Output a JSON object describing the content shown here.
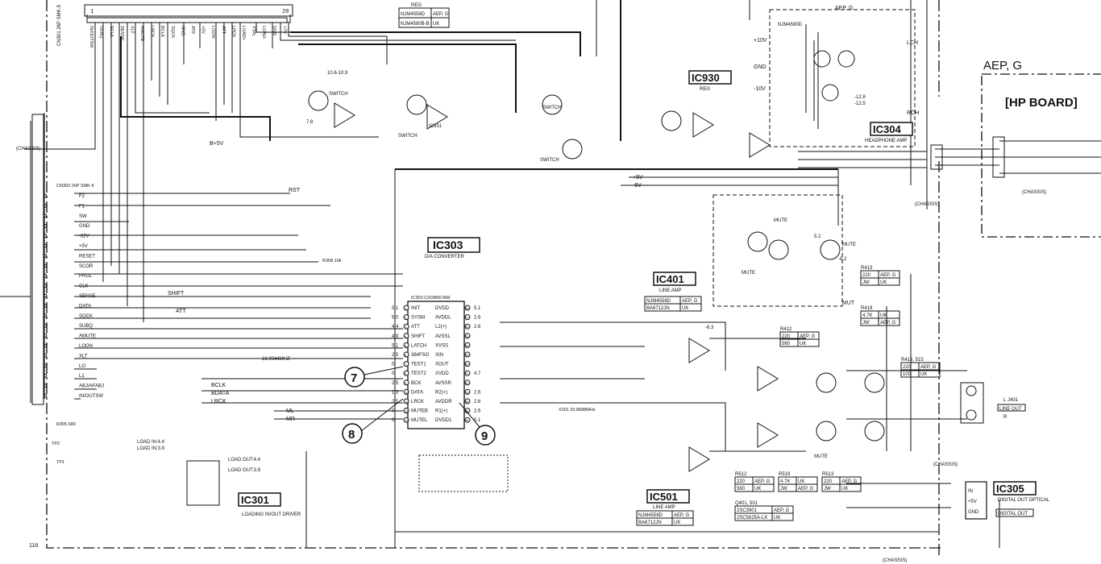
{
  "page_number": "118",
  "ic_blocks": {
    "ic303": {
      "name": "IC303",
      "desc": "D/A CONVERTER",
      "part": "IC303 CXD8567AM"
    },
    "ic930": {
      "name": "IC930",
      "desc": "REG"
    },
    "ic304": {
      "name": "IC304",
      "desc": "HEADPHONE AMP",
      "part": "NJM4580D"
    },
    "ic401": {
      "name": "IC401",
      "desc": "LINE AMP"
    },
    "ic501": {
      "name": "IC501",
      "desc": "LINE AMP"
    },
    "ic301": {
      "name": "IC301",
      "desc": "LOADING IN/OUT DRIVER"
    },
    "ic305": {
      "name": "IC305",
      "desc": "DIGITAL OUT OPTICAL",
      "label": "DIGITAL OUT"
    },
    "ic931": {
      "name": "IC931"
    }
  },
  "hp_board": {
    "region": "AEP, G",
    "title": "[HP BOARD]",
    "chassis": "(CHASSIS)"
  },
  "reg_table": {
    "title": "REG",
    "rows": [
      [
        "NJM4558D",
        "AEP, G"
      ],
      [
        "NJM4580B-B",
        "UK"
      ]
    ]
  },
  "ic401_table": {
    "rows": [
      [
        "NJM4558D",
        "AEP, G"
      ],
      [
        "BA6712JN",
        "UK"
      ]
    ]
  },
  "ic501_table": {
    "rows": [
      [
        "NJM4558D",
        "AEP, G"
      ],
      [
        "BA6712JN",
        "UK"
      ]
    ]
  },
  "r413_table": {
    "title": "R413",
    "rows": [
      [
        "220",
        "AEP, G"
      ],
      [
        "JW",
        "UK"
      ]
    ]
  },
  "r419_table": {
    "title": "R419",
    "rows": [
      [
        "4.7K",
        "UK"
      ],
      [
        "JW",
        "AEP, G"
      ]
    ]
  },
  "r412_table": {
    "title": "R412",
    "rows": [
      [
        "220",
        "AEP, G"
      ],
      [
        "560",
        "UK"
      ]
    ]
  },
  "r415_table": {
    "title": "R415, 515",
    "rows": [
      [
        "220",
        "AEP, G"
      ],
      [
        "100",
        "UK"
      ]
    ]
  },
  "r512_table": {
    "title": "R512",
    "rows": [
      [
        "220",
        "AEP, G"
      ],
      [
        "560",
        "UK"
      ]
    ]
  },
  "r519_table": {
    "title": "R519",
    "rows": [
      [
        "4.7K",
        "UK"
      ],
      [
        "JW",
        "AEP, G"
      ]
    ]
  },
  "r513_table": {
    "title": "R513",
    "rows": [
      [
        "220",
        "AEP, G"
      ],
      [
        "JW",
        "UK"
      ]
    ]
  },
  "q401_table": {
    "title": "Q401, 501",
    "rows": [
      [
        "2SC3901",
        "AEP, G"
      ],
      [
        "2SC5625A-LK",
        "UK"
      ]
    ]
  },
  "connectors": {
    "cn301": "CN301 26P SMK-5",
    "cn302": "CN302 26P SMK-5",
    "cn301_pins": [
      "IN/OUTSW",
      "SUBQ",
      "SCLK",
      "SENSE",
      "XLT",
      "AMUTE",
      "LRCK",
      "BCLK",
      "SQCK",
      "GND",
      "AT0",
      "+5V",
      "LOON",
      "ATT",
      "LRCK",
      "LOAD+",
      "XTAL",
      "LOAD-",
      "GND",
      "+7V"
    ],
    "cn302_pins": [
      "F2",
      "F1",
      "SW",
      "GND",
      "-32V",
      "+5V",
      "RESET",
      "SCOR",
      "PRGL",
      "CLK",
      "SENSE",
      "DATA",
      "SQCK",
      "SUBQ",
      "AMUTE",
      "LOON",
      "XLT",
      "LO",
      "L1",
      "ABJ/AFABJ",
      "IN/OUTSW"
    ]
  },
  "ic303_left_pins": [
    {
      "n": "1",
      "name": "INIT",
      "v": "5.1"
    },
    {
      "n": "2",
      "name": "SYSM",
      "v": "5.0"
    },
    {
      "n": "3",
      "name": "ATT",
      "v": "4.4"
    },
    {
      "n": "4",
      "name": "SHIFT",
      "v": "4.9"
    },
    {
      "n": "5",
      "name": "LATCH",
      "v": "5.1"
    },
    {
      "n": "6",
      "name": "384FSO",
      "v": "2.5"
    },
    {
      "n": "7",
      "name": "TEST1",
      "v": "0"
    },
    {
      "n": "8",
      "name": "TEST2",
      "v": "0"
    },
    {
      "n": "9",
      "name": "BCK",
      "v": "2.5"
    },
    {
      "n": "10",
      "name": "DATA",
      "v": "1.3"
    },
    {
      "n": "11",
      "name": "LRCK",
      "v": "2.5"
    },
    {
      "n": "12",
      "name": "MUTEB",
      "v": "0"
    },
    {
      "n": "13",
      "name": "MUTEL",
      "v": "0"
    }
  ],
  "ic303_right_pins": [
    {
      "n": "28",
      "name": "DVDD",
      "v": "5.1"
    },
    {
      "n": "27",
      "name": "AVDDL",
      "v": "2.6"
    },
    {
      "n": "26",
      "name": "L2(+)",
      "v": "2.6"
    },
    {
      "n": "25",
      "name": "AVSSL",
      "v": ""
    },
    {
      "n": "24",
      "name": "XVSS",
      "v": ""
    },
    {
      "n": "23",
      "name": "XIN",
      "v": ""
    },
    {
      "n": "22",
      "name": "XOUT",
      "v": ""
    },
    {
      "n": "21",
      "name": "XVDD",
      "v": "4.7"
    },
    {
      "n": "20",
      "name": "AVSSR",
      "v": ""
    },
    {
      "n": "19",
      "name": "R2(+)",
      "v": "2.6"
    },
    {
      "n": "18",
      "name": "AVDDR",
      "v": "2.6"
    },
    {
      "n": "17",
      "name": "R1(+)",
      "v": "2.6"
    },
    {
      "n": "16",
      "name": "DVDD1",
      "v": "5.1"
    }
  ],
  "callouts": [
    "7",
    "8",
    "9"
  ],
  "labels": {
    "aep_g_top": "AEP, G",
    "aep_g_hp": "AEP, G",
    "lch": "LCH",
    "rch": "RCH",
    "switch1": "SWITCH",
    "switch2": "SWITCH",
    "switch3": "SWITCH",
    "switch4": "SWITCH",
    "mute1": "MUTE",
    "mute2": "MUTE",
    "mute3": "MUTE",
    "mute4": "MUTE",
    "line_out": "LINE OUT",
    "j401": "J401",
    "freq": "16.9344MHZ",
    "x301": "X301 33.8688MHz",
    "chassis_left": "(CHASSIS)",
    "chassis_mid": "(CHASSIS)",
    "chassis_bottom": "(CHASSIS)",
    "chassis_lineout": "(CHASSIS)",
    "gnd": "GND",
    "plus10v": "+10V",
    "minus10v": "-10V",
    "plus5v": "+5V",
    "minus5v": "-5V",
    "b6_5v": "B+5V",
    "rst": "RST",
    "shift": "SHIFT",
    "att": "ATT",
    "bclk": "BCLK",
    "bdata": "BDATA",
    "lrck": "LRCK",
    "ml": "ML",
    "mr": "MR",
    "mut": "MUT",
    "loading_in1": "LOAD IN:4.4",
    "loading_in2": "LOAD IN:3.9",
    "loading_out1": "LOAD OUT:4.4",
    "loading_out2": "LOAD OUT:3.9",
    "hp_l": "L",
    "hp_r": "R",
    "in_label": "IN",
    "plus5v_label": "+5V",
    "gnd_label": "GND",
    "v_minus12_8": "-12.8",
    "v_minus12_5": "-12.5",
    "v_106_109": "10.6-10.9",
    "v_78": "7.8",
    "v_52": "5.2",
    "v_62": "-6.2",
    "v_63": "-6.3",
    "tp1": "TP1",
    "tp2": "TP2",
    "r305": "R305 680",
    "r308": "R308 10k"
  }
}
